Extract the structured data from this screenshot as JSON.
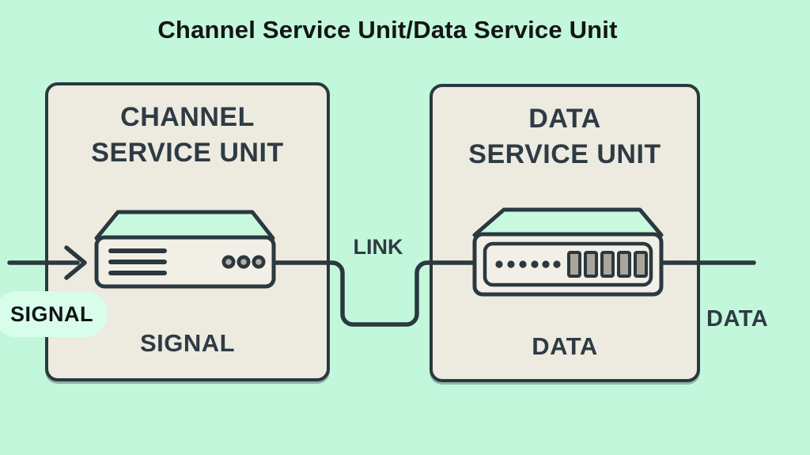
{
  "title": "Channel Service Unit/Data Service Unit",
  "boxes": {
    "csu": {
      "heading": [
        "CHANNEL",
        "SERVICE UNIT"
      ],
      "label": "SIGNAL"
    },
    "dsu": {
      "heading": [
        "DATA",
        "SERVICE UNIT"
      ],
      "label": "DATA"
    }
  },
  "flow": {
    "input_label": "SIGNAL",
    "link_label": "LINK",
    "output_label": "DATA"
  },
  "icons": {
    "input_arrow": "arrow-right-icon",
    "csu_device": "modem-device-vents-lights-icon",
    "dsu_device": "modem-device-dots-ports-icon",
    "link_wire": "dipping-link-wire"
  },
  "colors": {
    "background": "#c2f7db",
    "box_fill": "#edeae0",
    "device_face": "#f2efe7",
    "device_top": "#c7f9de",
    "stroke": "#2b383e",
    "heading_text": "#2e3b44",
    "title_text": "#141414",
    "outer_label_text": "#0f1418",
    "bar_fill": "#a9a59d",
    "dot_inner": "#b2aea6",
    "signal_halo": "#d9fdeb"
  }
}
